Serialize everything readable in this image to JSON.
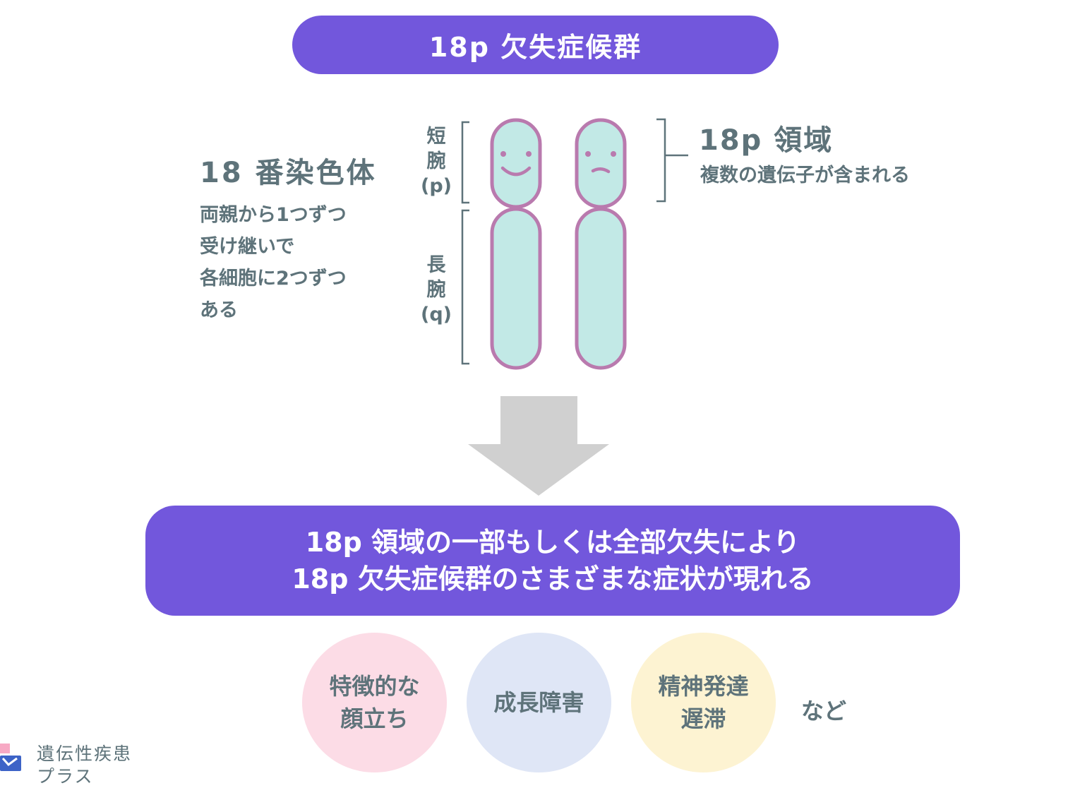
{
  "title": "18p 欠失症候群",
  "chromosome": {
    "heading": "18 番染色体",
    "description_lines": [
      "両親から1つずつ",
      "受け継いで",
      "各細胞に2つずつ",
      "ある"
    ],
    "short_arm_lines": [
      "短",
      "腕",
      "(p)"
    ],
    "long_arm_lines": [
      "長",
      "腕",
      "(q)"
    ]
  },
  "region": {
    "title": "18p 領域",
    "subtitle": "複数の遺伝子が含まれる"
  },
  "result": {
    "lines": [
      "18p 領域の一部もしくは全部欠失により",
      "18p 欠失症候群のさまざまな症状が現れる"
    ]
  },
  "symptoms": [
    {
      "lines": [
        "特徴的な",
        "顔立ち"
      ],
      "color": "#fcdce6"
    },
    {
      "lines": [
        "成長障害"
      ],
      "color": "#dfe6f6"
    },
    {
      "lines": [
        "精神発達",
        "遅滞"
      ],
      "color": "#fdf3d2"
    }
  ],
  "etc": "など",
  "logo": {
    "lines": [
      "遺伝性疾患",
      "プラス"
    ]
  },
  "colors": {
    "accent": "#7257dc",
    "chromosome_fill": "#c2e9e6",
    "chromosome_stroke": "#b97aae",
    "arrow": "#d0d0d0",
    "text": "#5e737a"
  }
}
